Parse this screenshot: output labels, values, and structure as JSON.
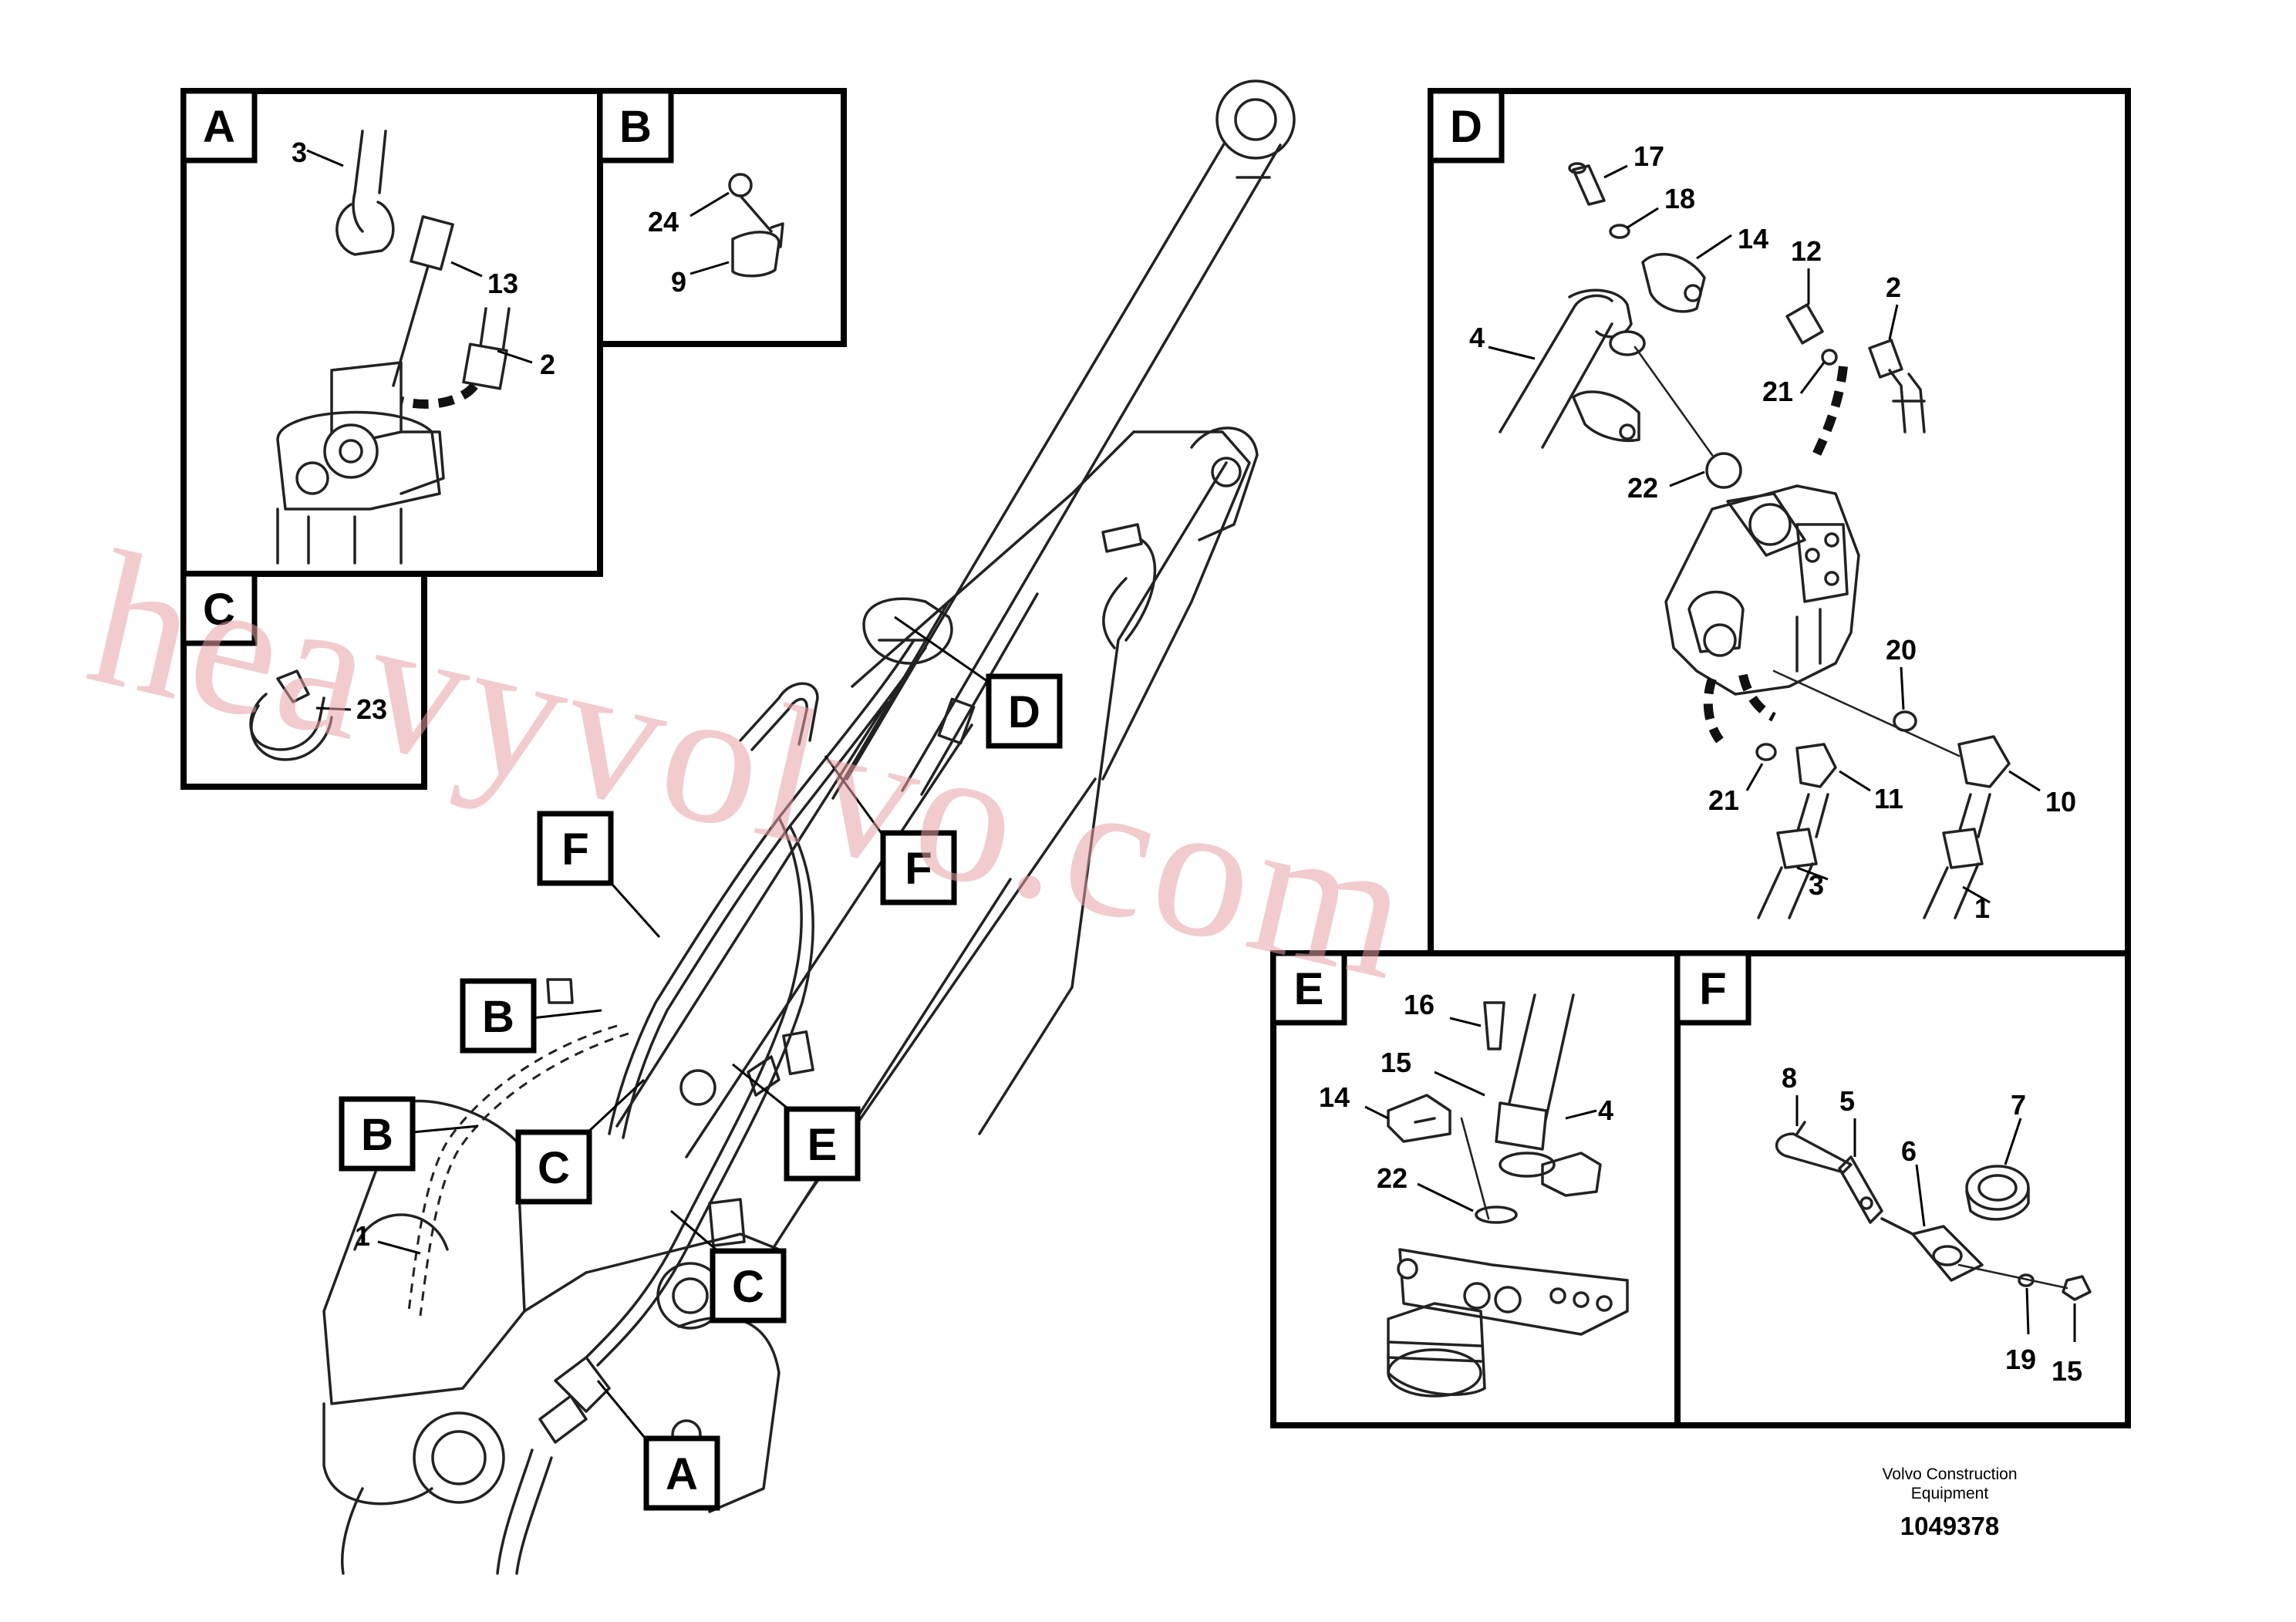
{
  "panels": {
    "A": {
      "label": "A",
      "callouts": [
        "3",
        "13",
        "2"
      ]
    },
    "B": {
      "label": "B",
      "callouts": [
        "24",
        "9"
      ]
    },
    "C": {
      "label": "C",
      "callouts": [
        "23"
      ]
    },
    "D": {
      "label": "D",
      "callouts": [
        "17",
        "18",
        "14",
        "12",
        "2",
        "4",
        "21",
        "22",
        "20",
        "21",
        "11",
        "10",
        "3",
        "1"
      ]
    },
    "E": {
      "label": "E",
      "callouts": [
        "16",
        "15",
        "14",
        "4",
        "22"
      ]
    },
    "F": {
      "label": "F",
      "callouts": [
        "8",
        "5",
        "7",
        "6",
        "19",
        "15"
      ]
    }
  },
  "main_view": {
    "tags": [
      "D",
      "F",
      "F",
      "B",
      "B",
      "C",
      "E",
      "C",
      "A"
    ],
    "callouts": [
      "1"
    ]
  },
  "watermark": "heavyvolvo.com",
  "footer": {
    "company_line1": "Volvo Construction",
    "company_line2": "Equipment",
    "drawing_number": "1049378"
  },
  "colors": {
    "line": "#222222",
    "frame": "#000000",
    "watermark": "#e8a0a5",
    "background": "#ffffff"
  }
}
